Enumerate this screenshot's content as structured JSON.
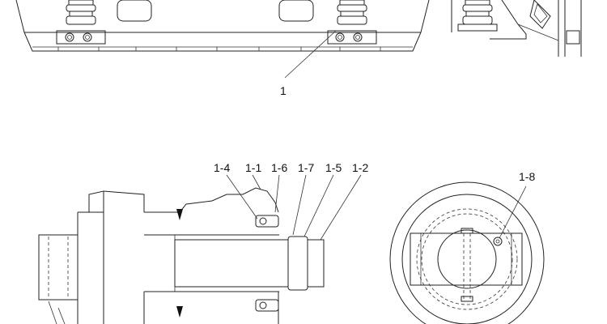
{
  "callouts": {
    "assembly": "1",
    "part_1_4": "1-4",
    "part_1_1": "1-1",
    "part_1_6": "1-6",
    "part_1_7": "1-7",
    "part_1_5": "1-5",
    "part_1_2": "1-2",
    "part_1_8": "1-8"
  }
}
